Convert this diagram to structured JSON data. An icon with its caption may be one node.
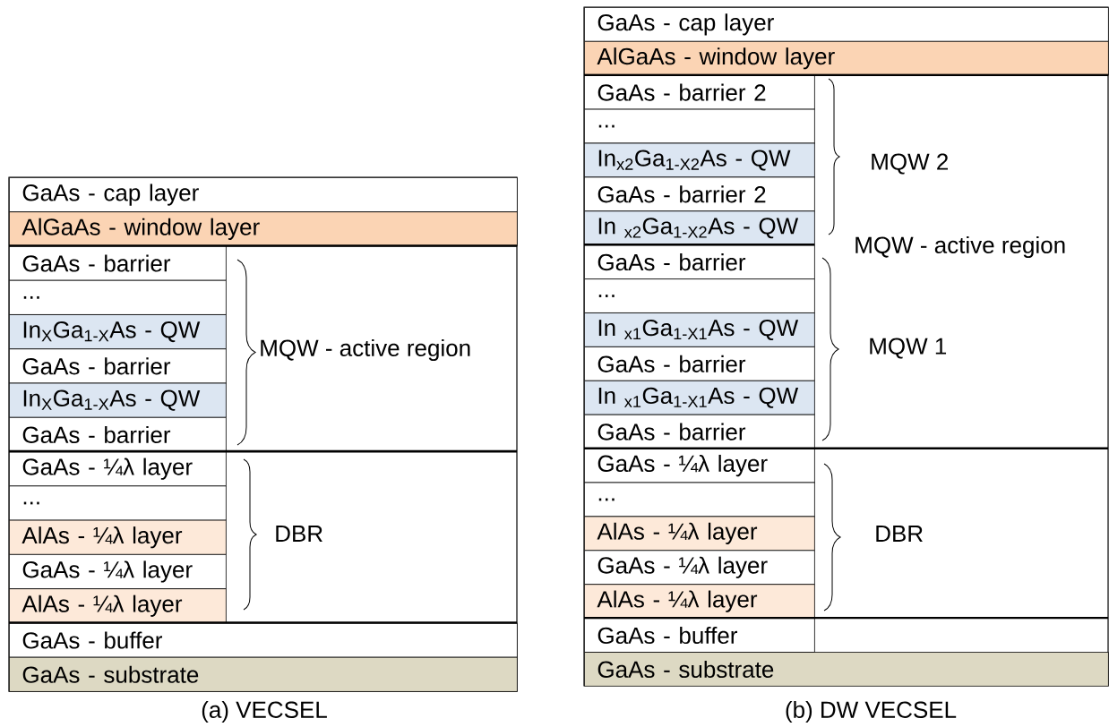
{
  "diagram": {
    "nodes": [
      {
        "text": [
          "GaAs - cap layer"
        ]
      },
      {
        "text": [
          "AlGaAs - window layer"
        ]
      },
      {
        "text": [
          "GaAs - barrier"
        ]
      },
      {
        "text": [
          "..."
        ]
      },
      {
        "text": [
          "In$_{X}$Ga$_{1-X}$As - QW"
        ]
      },
      {
        "text": [
          "GaAs - barrier"
        ]
      },
      {
        "text": [
          "In$_{X}$Ga$_{1-X}$As - QW"
        ]
      },
      {
        "text": [
          "GaAs - barrier"
        ]
      },
      {
        "text": [
          "GaAs - ¼λ layer"
        ]
      },
      {
        "text": [
          "..."
        ]
      },
      {
        "text": [
          "AlAs - ¼λ layer"
        ]
      },
      {
        "text": [
          "GaAs - ¼λ layer"
        ]
      },
      {
        "text": [
          "AlAs - ¼λ layer"
        ]
      },
      {
        "text": [
          "GaAs - buffer"
        ]
      },
      {
        "text": [
          "GaAs - substrate"
        ]
      },
      {
        "text": [
          "GaAs - cap layer"
        ]
      },
      {
        "text": [
          "AlGaAs - window layer"
        ]
      },
      {
        "text": [
          "GaAs - barrier 2"
        ]
      },
      {
        "text": [
          "..."
        ]
      },
      {
        "text": [
          "In$_{x2}$Ga$_{1-X2}$As - QW"
        ]
      },
      {
        "text": [
          "GaAs - barrier 2"
        ]
      },
      {
        "text": [
          "In $_{x2}$Ga$_{1-X2}$As - QW"
        ]
      },
      {
        "text": [
          "GaAs - barrier"
        ]
      },
      {
        "text": [
          "..."
        ]
      },
      {
        "text": [
          "In $_{x1}$Ga$_{1-X1}$As - QW"
        ]
      },
      {
        "text": [
          "GaAs - barrier"
        ]
      },
      {
        "text": [
          "In $_{x1}$Ga$_{1-X1}$As - QW"
        ]
      },
      {
        "text": [
          "GaAs - barrier"
        ]
      },
      {
        "text": [
          "GaAs - ¼λ layer"
        ]
      },
      {
        "text": [
          "..."
        ]
      },
      {
        "text": [
          "AlAs - ¼λ layer"
        ]
      },
      {
        "text": [
          "GaAs - ¼λ layer"
        ]
      },
      {
        "text": [
          "AlAs - ¼λ layer"
        ]
      },
      {
        "text": [
          "GaAs - buffer"
        ]
      },
      {
        "text": [
          "GaAs - substrate"
        ]
      }
    ],
    "labels": [
      "MQW - active region",
      "DBR",
      "(a) VECSEL",
      "MQW 2",
      "MQW - active region",
      "MQW 1",
      "DBR",
      "(b) DW VECSEL"
    ]
  }
}
